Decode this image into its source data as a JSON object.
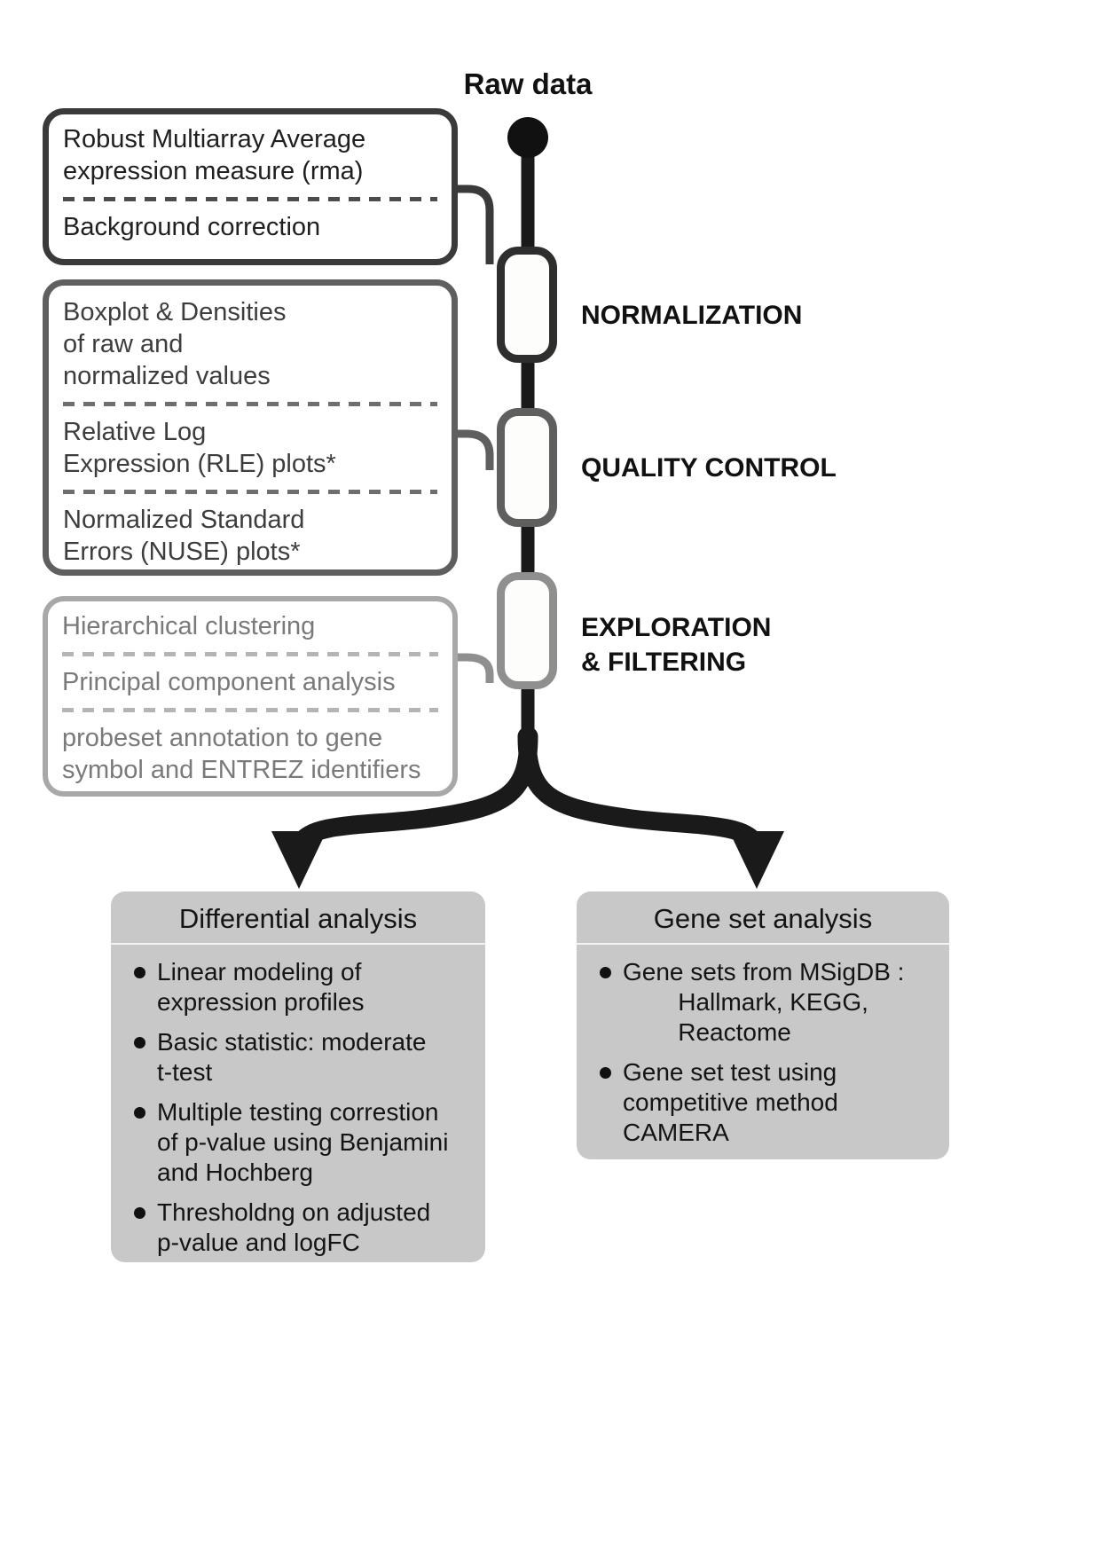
{
  "raw_data_label": "Raw data",
  "stages": [
    {
      "label": "NORMALIZATION",
      "items": [
        "Robust Multiarray Average\nexpression measure (rma)",
        "Background correction"
      ]
    },
    {
      "label": "QUALITY CONTROL",
      "items": [
        "Boxplot & Densities\nof raw and\nnormalized values",
        "Relative Log\nExpression (RLE) plots*",
        "Normalized Standard\nErrors (NUSE) plots*"
      ]
    },
    {
      "label": "EXPLORATION\n& FILTERING",
      "items": [
        "Hierarchical clustering",
        "Principal component analysis",
        "probeset annotation to gene\nsymbol and ENTREZ identifiers"
      ]
    }
  ],
  "branches": [
    {
      "title": "Differential analysis",
      "bullets": [
        "Linear modeling of\nexpression profiles",
        "Basic statistic: moderate\nt-test",
        "Multiple testing correstion\nof p-value using Benjamini\nand Hochberg",
        "Thresholdng on adjusted\np-value and logFC"
      ]
    },
    {
      "title": "Gene set analysis",
      "bullets": [
        "Gene sets from MSigDB :\n        Hallmark, KEGG,\n        Reactome",
        "Gene set test using\ncompetitive method\nCAMERA"
      ]
    }
  ],
  "colors": {
    "spine": "#1a1a1a",
    "normalization_border": "#3a3a3a",
    "quality_control_border": "#5f5f5f",
    "exploration_border": "#a8a8a8",
    "branch_box_bg": "#c8c8c8"
  }
}
